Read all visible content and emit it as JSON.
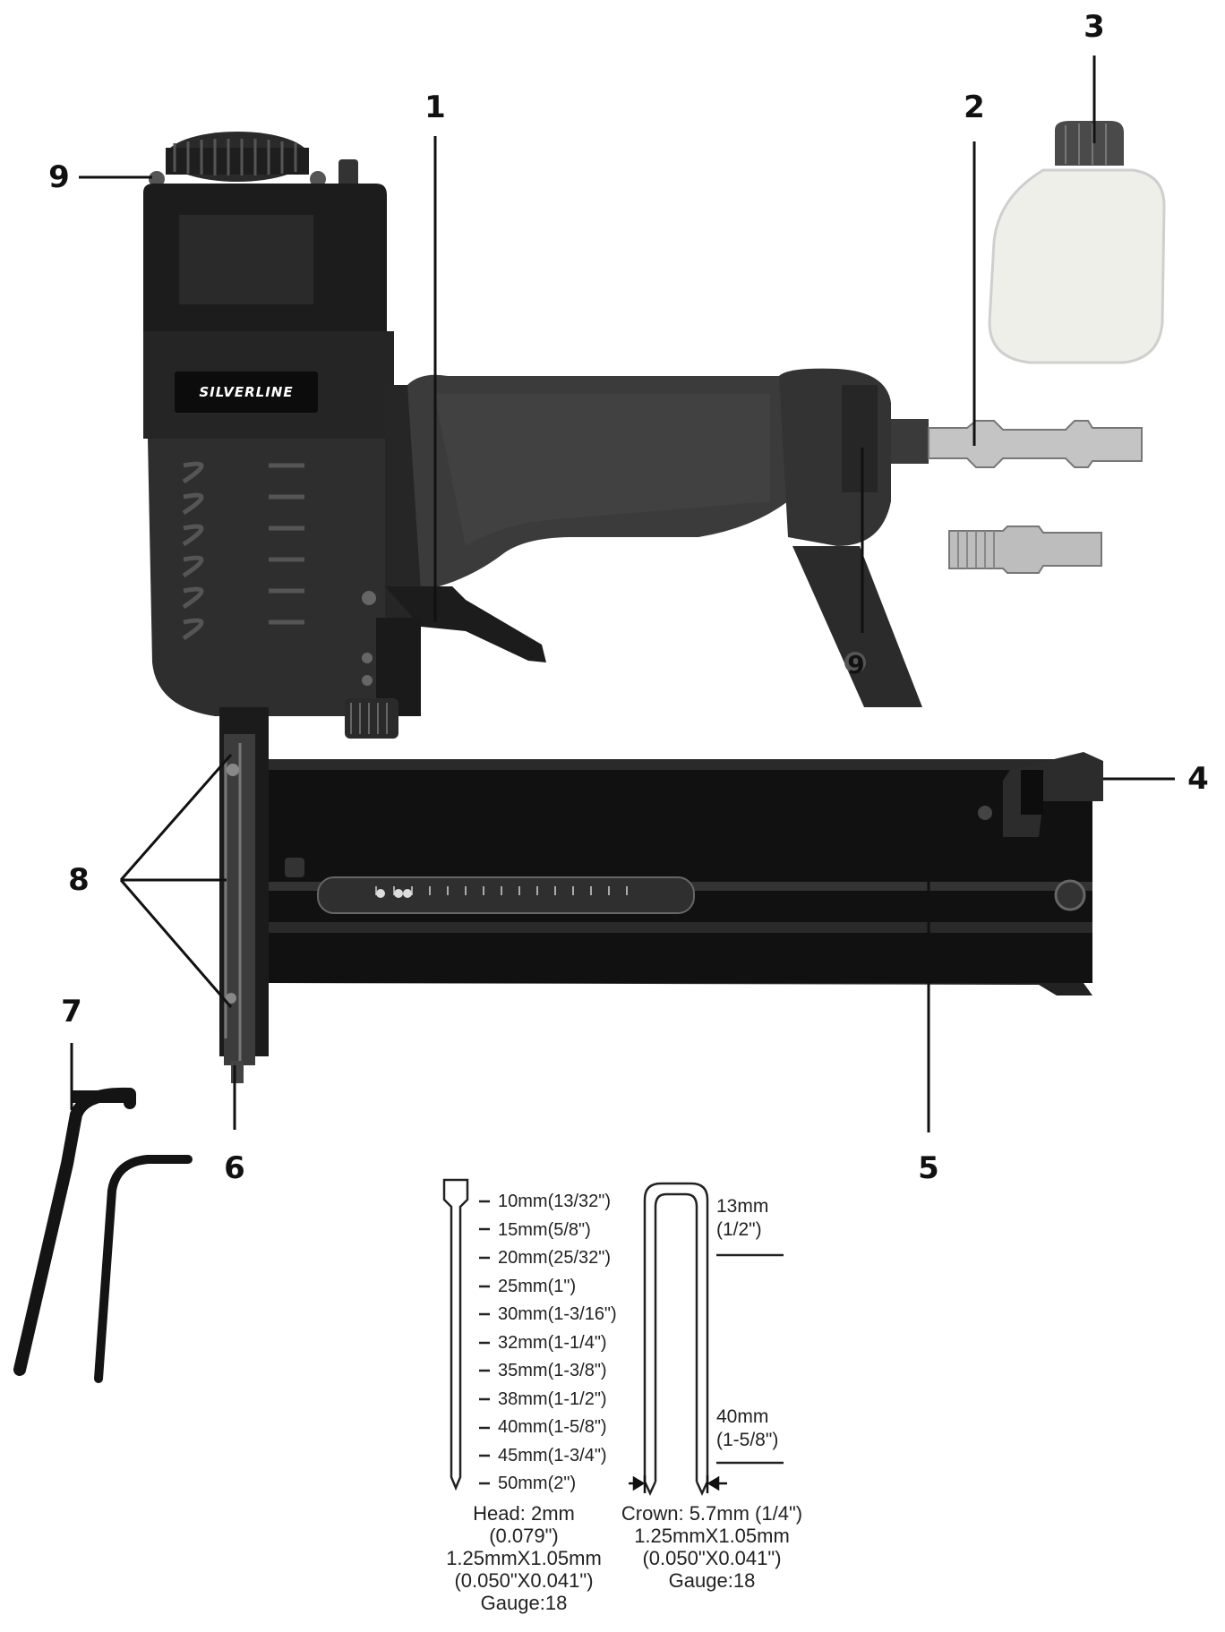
{
  "callouts": {
    "c1": "1",
    "c2": "2",
    "c3": "3",
    "c4": "4",
    "c5": "5",
    "c6": "6",
    "c7": "7",
    "c8": "8",
    "c9a": "9",
    "c9b": "9"
  },
  "logo": "SILVERLINE",
  "nail_lengths": [
    "10mm(13/32\")",
    "15mm(5/8\")",
    "20mm(25/32\")",
    "25mm(1\")",
    "30mm(1-3/16\")",
    "32mm(1-1/4\")",
    "35mm(1-3/8\")",
    "38mm(1-1/2\")",
    "40mm(1-5/8\")",
    "45mm(1-3/4\")",
    "50mm(2\")"
  ],
  "nail_spec": {
    "line1": "Head: 2mm",
    "line2": "(0.079\")",
    "line3": "1.25mmX1.05mm",
    "line4": "(0.050\"X0.041\")",
    "line5": "Gauge:18"
  },
  "staple_spec": {
    "top_len": "13mm",
    "top_len_in": "(1/2\")",
    "bottom_len": "40mm",
    "bottom_len_in": "(1-5/8\")",
    "line1": "Crown: 5.7mm (1/4\")",
    "line2": "1.25mmX1.05mm",
    "line3": "(0.050\"X0.041\")",
    "line4": "Gauge:18"
  },
  "colors": {
    "body": "#2b2b2b",
    "body_dark": "#151515",
    "grip": "#3a3a3a",
    "metal": "#c9c9c9",
    "bottle": "#eeeeea"
  }
}
